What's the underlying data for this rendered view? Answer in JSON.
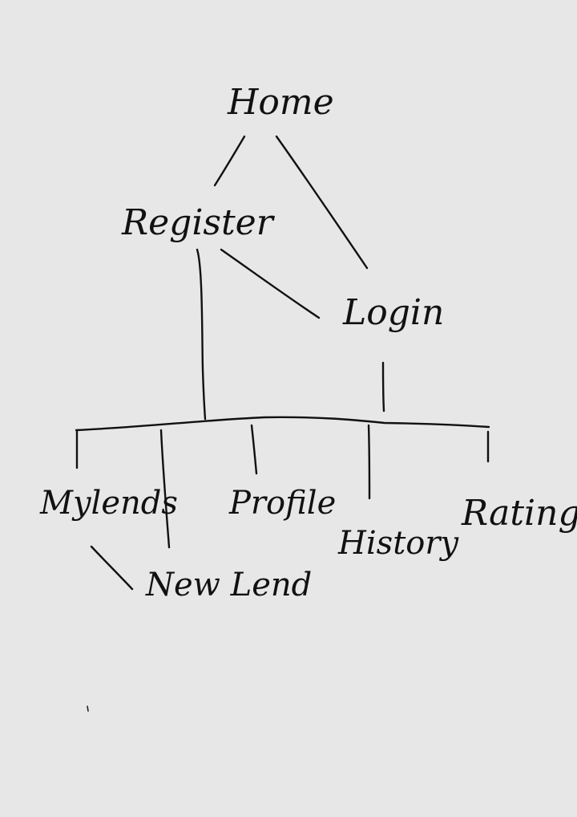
{
  "diagram": {
    "ink_color": "#111111",
    "background_color": "#e7e7e7",
    "nodes": [
      {
        "id": "home",
        "label": "Home"
      },
      {
        "id": "register",
        "label": "Register"
      },
      {
        "id": "login",
        "label": "Login"
      },
      {
        "id": "mylends",
        "label": "Mylends"
      },
      {
        "id": "new-lend",
        "label": "New Lend"
      },
      {
        "id": "profile",
        "label": "Profile"
      },
      {
        "id": "history",
        "label": "History"
      },
      {
        "id": "ratings",
        "label": "Ratings"
      }
    ],
    "edges": [
      {
        "from": "home",
        "to": "register"
      },
      {
        "from": "home",
        "to": "login"
      },
      {
        "from": "register",
        "to": "login"
      },
      {
        "from": "register",
        "to": "bus"
      },
      {
        "from": "login",
        "to": "bus"
      },
      {
        "from": "bus",
        "to": "mylends"
      },
      {
        "from": "bus",
        "to": "new-lend"
      },
      {
        "from": "bus",
        "to": "profile"
      },
      {
        "from": "bus",
        "to": "history"
      },
      {
        "from": "bus",
        "to": "ratings"
      },
      {
        "from": "mylends",
        "to": "new-lend"
      }
    ]
  }
}
